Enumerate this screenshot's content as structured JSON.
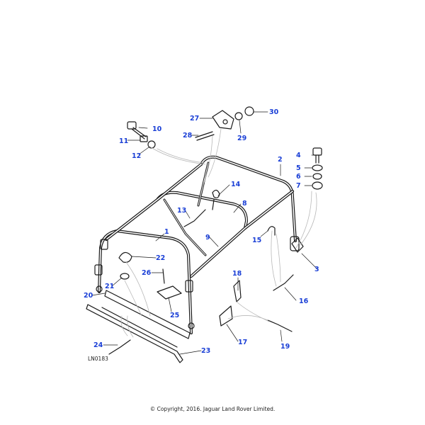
{
  "colors": {
    "callout": "#1a3fd6",
    "line": "#1a1a1a",
    "leader": "#b8b8b8"
  },
  "diagram_ref": "LN0183",
  "copyright": "© Copyright, 2016. Jaguar Land Rover Limited.",
  "callouts": [
    "1",
    "2",
    "4",
    "5",
    "6",
    "7",
    "8",
    "9",
    "10",
    "11",
    "12",
    "13",
    "14",
    "15",
    "16",
    "17",
    "18",
    "19",
    "20",
    "21",
    "22",
    "23",
    "24",
    "25",
    "26",
    "27",
    "28",
    "29",
    "30",
    "3"
  ]
}
